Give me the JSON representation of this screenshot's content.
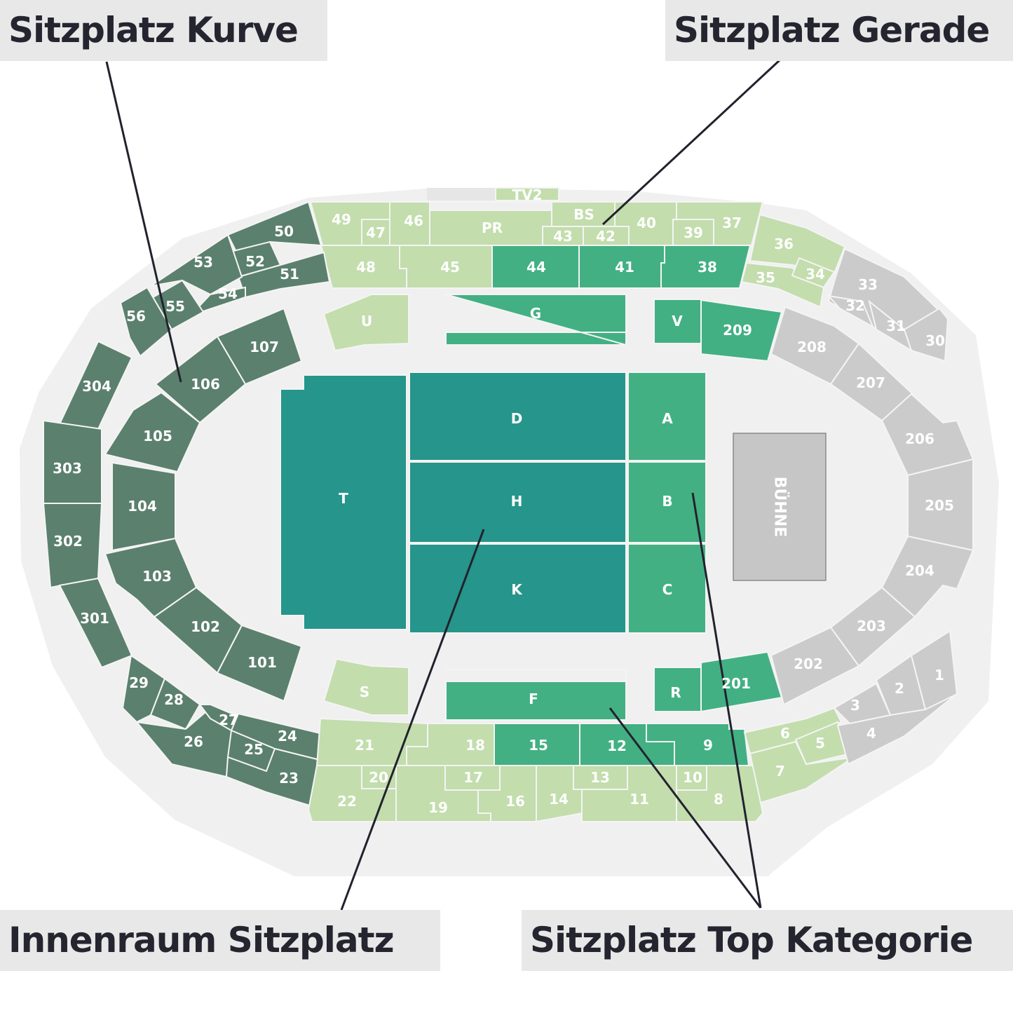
{
  "colors": {
    "gerade": "#c3ddad",
    "top": "#42b083",
    "innenraum": "#26958b",
    "kurve": "#5b806e",
    "unavailable": "#cbcbcb",
    "stage": "#c6c6c6",
    "background": "#f0f0f0"
  },
  "callouts": {
    "kurve": "Sitzplatz Kurve",
    "gerade": "Sitzplatz Gerade",
    "innenraum": "Innenraum Sitzplatz",
    "top": "Sitzplatz Top Kategorie"
  },
  "stage": {
    "label": "BÜHNE"
  },
  "sections": [
    {
      "label": "49",
      "cat": "gerade"
    },
    {
      "label": "47",
      "cat": "gerade"
    },
    {
      "label": "46",
      "cat": "gerade"
    },
    {
      "label": "PR",
      "cat": "gerade"
    },
    {
      "label": "BS",
      "cat": "gerade"
    },
    {
      "label": "43",
      "cat": "gerade"
    },
    {
      "label": "42",
      "cat": "gerade"
    },
    {
      "label": "40",
      "cat": "gerade"
    },
    {
      "label": "37",
      "cat": "gerade"
    },
    {
      "label": "39",
      "cat": "gerade"
    },
    {
      "label": "TV2",
      "cat": "gerade"
    },
    {
      "label": "48",
      "cat": "gerade"
    },
    {
      "label": "45",
      "cat": "gerade"
    },
    {
      "label": "44",
      "cat": "top"
    },
    {
      "label": "41",
      "cat": "top"
    },
    {
      "label": "38",
      "cat": "top"
    },
    {
      "label": "36",
      "cat": "gerade"
    },
    {
      "label": "35",
      "cat": "gerade"
    },
    {
      "label": "34",
      "cat": "gerade"
    },
    {
      "label": "33",
      "cat": "unavailable"
    },
    {
      "label": "32",
      "cat": "unavailable"
    },
    {
      "label": "31",
      "cat": "unavailable"
    },
    {
      "label": "30",
      "cat": "unavailable"
    },
    {
      "label": "50",
      "cat": "kurve"
    },
    {
      "label": "52",
      "cat": "kurve"
    },
    {
      "label": "51",
      "cat": "kurve"
    },
    {
      "label": "53",
      "cat": "kurve"
    },
    {
      "label": "54",
      "cat": "kurve"
    },
    {
      "label": "55",
      "cat": "kurve"
    },
    {
      "label": "56",
      "cat": "kurve"
    },
    {
      "label": "304",
      "cat": "kurve"
    },
    {
      "label": "303",
      "cat": "kurve"
    },
    {
      "label": "302",
      "cat": "kurve"
    },
    {
      "label": "301",
      "cat": "kurve"
    },
    {
      "label": "107",
      "cat": "kurve"
    },
    {
      "label": "106",
      "cat": "kurve"
    },
    {
      "label": "105",
      "cat": "kurve"
    },
    {
      "label": "104",
      "cat": "kurve"
    },
    {
      "label": "103",
      "cat": "kurve"
    },
    {
      "label": "102",
      "cat": "kurve"
    },
    {
      "label": "101",
      "cat": "kurve"
    },
    {
      "label": "29",
      "cat": "kurve"
    },
    {
      "label": "28",
      "cat": "kurve"
    },
    {
      "label": "26",
      "cat": "kurve"
    },
    {
      "label": "27",
      "cat": "kurve"
    },
    {
      "label": "24",
      "cat": "kurve"
    },
    {
      "label": "23",
      "cat": "kurve"
    },
    {
      "label": "25",
      "cat": "kurve"
    },
    {
      "label": "21",
      "cat": "gerade"
    },
    {
      "label": "18",
      "cat": "gerade"
    },
    {
      "label": "15",
      "cat": "top"
    },
    {
      "label": "12",
      "cat": "top"
    },
    {
      "label": "9",
      "cat": "top"
    },
    {
      "label": "22",
      "cat": "gerade"
    },
    {
      "label": "19",
      "cat": "gerade"
    },
    {
      "label": "16",
      "cat": "gerade"
    },
    {
      "label": "14",
      "cat": "gerade"
    },
    {
      "label": "11",
      "cat": "gerade"
    },
    {
      "label": "8",
      "cat": "gerade"
    },
    {
      "label": "20",
      "cat": "gerade"
    },
    {
      "label": "17",
      "cat": "gerade"
    },
    {
      "label": "13",
      "cat": "gerade"
    },
    {
      "label": "10",
      "cat": "gerade"
    },
    {
      "label": "6",
      "cat": "gerade"
    },
    {
      "label": "7",
      "cat": "gerade"
    },
    {
      "label": "5",
      "cat": "gerade"
    },
    {
      "label": "4",
      "cat": "unavailable"
    },
    {
      "label": "3",
      "cat": "unavailable"
    },
    {
      "label": "2",
      "cat": "unavailable"
    },
    {
      "label": "1",
      "cat": "unavailable"
    },
    {
      "label": "208",
      "cat": "unavailable"
    },
    {
      "label": "207",
      "cat": "unavailable"
    },
    {
      "label": "206",
      "cat": "unavailable"
    },
    {
      "label": "205",
      "cat": "unavailable"
    },
    {
      "label": "204",
      "cat": "unavailable"
    },
    {
      "label": "203",
      "cat": "unavailable"
    },
    {
      "label": "202",
      "cat": "unavailable"
    },
    {
      "label": "209",
      "cat": "top"
    },
    {
      "label": "201",
      "cat": "top"
    },
    {
      "label": "V",
      "cat": "top"
    },
    {
      "label": "R",
      "cat": "top"
    },
    {
      "label": "G",
      "cat": "top"
    },
    {
      "label": "F",
      "cat": "top"
    },
    {
      "label": "U",
      "cat": "gerade"
    },
    {
      "label": "S",
      "cat": "gerade"
    },
    {
      "label": "T",
      "cat": "innenraum"
    },
    {
      "label": "D",
      "cat": "innenraum"
    },
    {
      "label": "H",
      "cat": "innenraum"
    },
    {
      "label": "K",
      "cat": "innenraum"
    },
    {
      "label": "A",
      "cat": "top"
    },
    {
      "label": "B",
      "cat": "top"
    },
    {
      "label": "C",
      "cat": "top"
    }
  ]
}
